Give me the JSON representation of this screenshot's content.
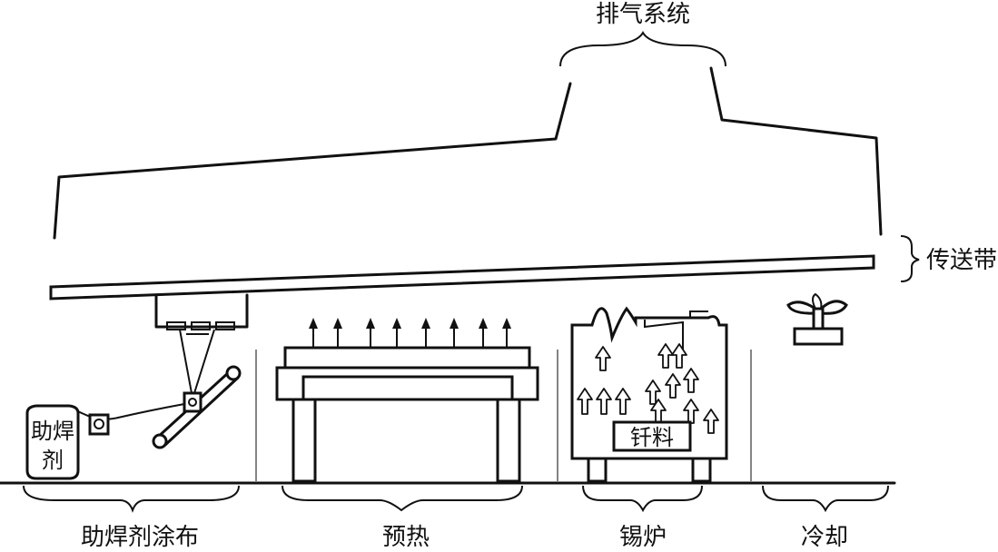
{
  "labels": {
    "exhaust": "排气系统",
    "conveyor": "传送带",
    "flux_coating": "助焊剂涂布",
    "preheat": "预热",
    "solder_pot": "锡炉",
    "cooling": "冷却",
    "flux_tank_line1": "助焊",
    "flux_tank_line2": "剂",
    "solder": "钎料"
  }
}
